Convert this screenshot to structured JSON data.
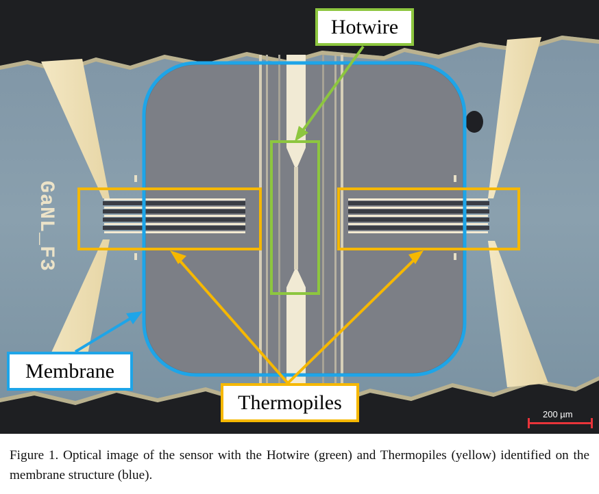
{
  "figure": {
    "labels": {
      "hotwire": "Hotwire",
      "membrane": "Membrane",
      "thermopiles": "Thermopiles"
    },
    "chip_marking": "GaNL_F3",
    "scale_bar": "200 µm",
    "colors": {
      "hotwire": "#8dc63f",
      "thermopiles": "#f6b800",
      "membrane": "#1ea5e8",
      "scale_bar": "#e8343a"
    }
  },
  "caption": "Figure 1. Optical image of the sensor with the Hotwire (green) and Thermopiles (yellow) identified on the membrane structure (blue)."
}
